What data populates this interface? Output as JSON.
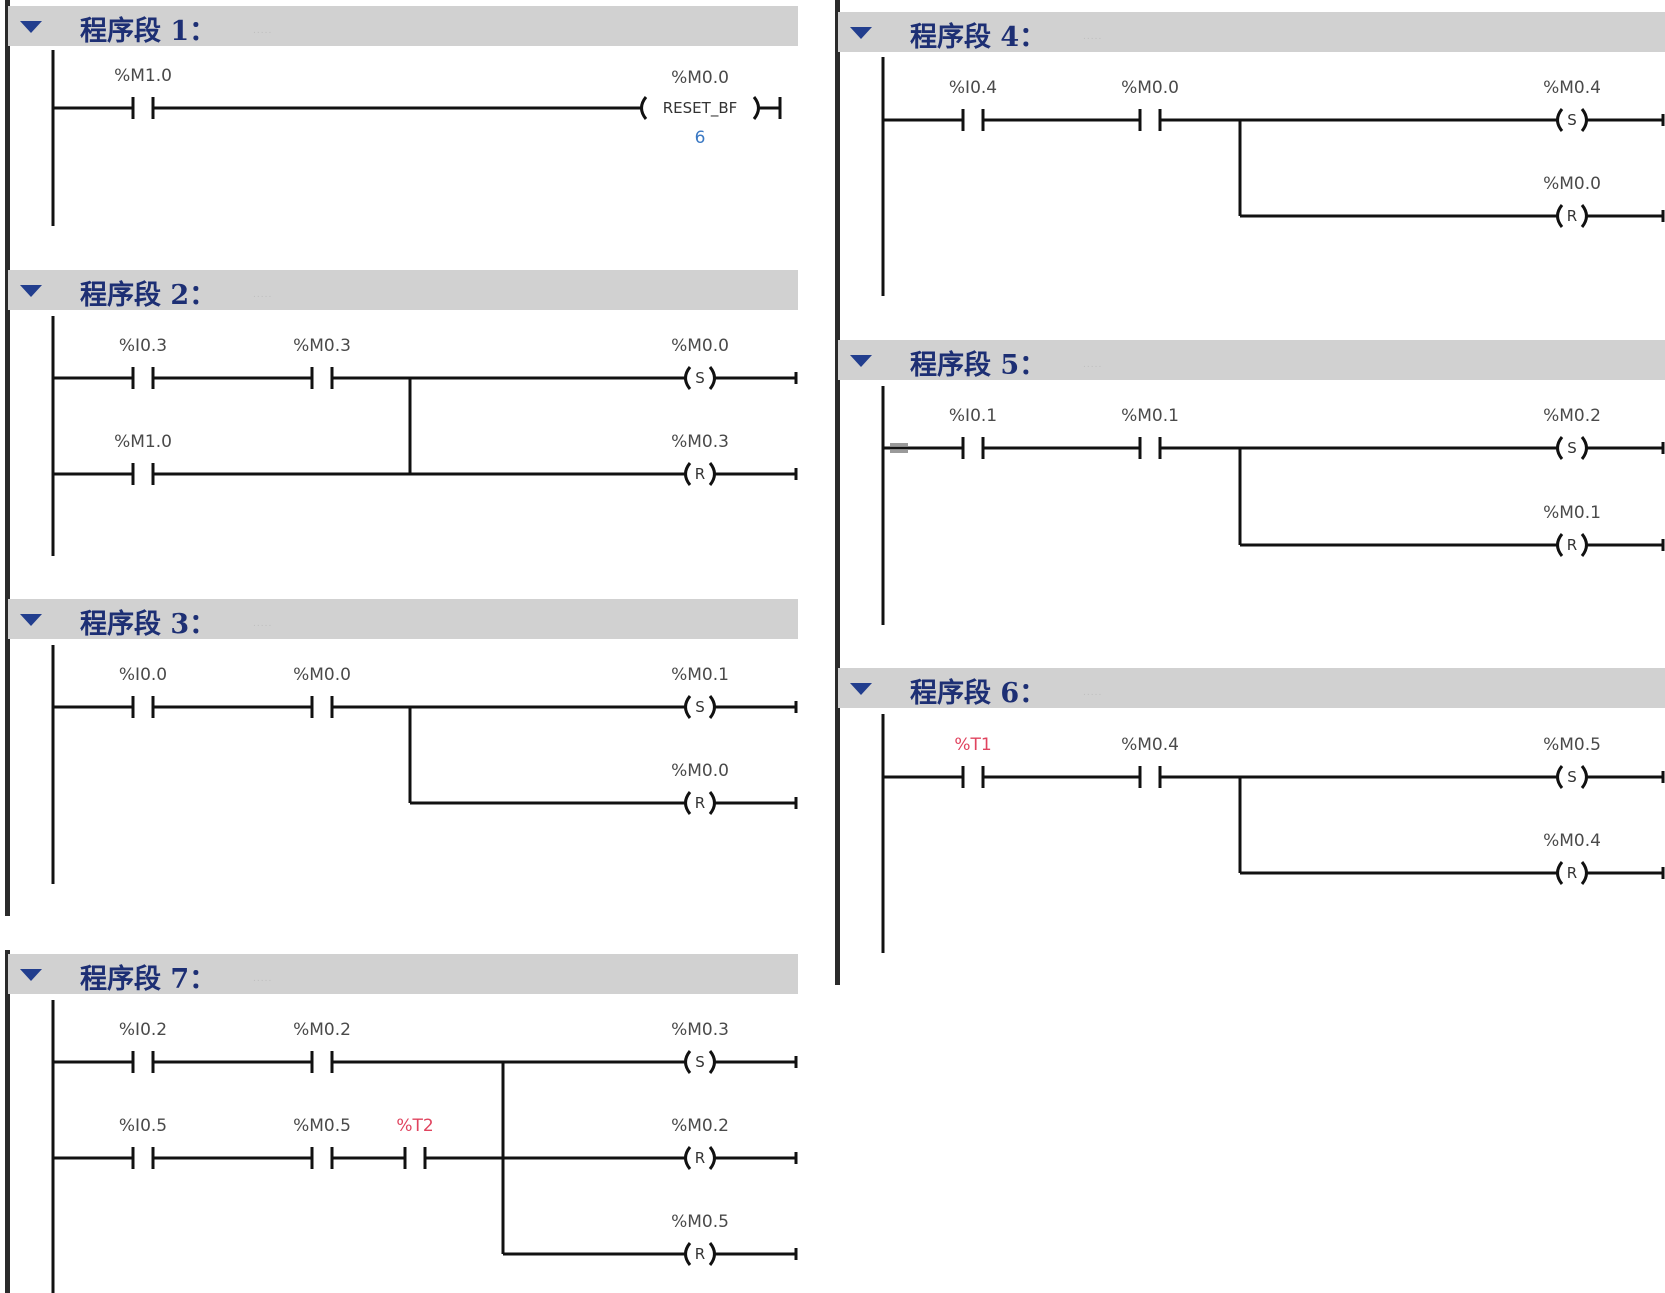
{
  "networks": [
    {
      "id": "n1",
      "title": "程序段 1：",
      "contacts": [
        {
          "label": "%M1.0",
          "row": 0,
          "timer": false
        }
      ],
      "coils": [
        {
          "label": "%M0.0",
          "type": "RESET_BF",
          "row": 0,
          "extra": "6"
        }
      ]
    },
    {
      "id": "n2",
      "title": "程序段 2：",
      "contacts": [
        {
          "label": "%I0.3",
          "row": 0,
          "timer": false
        },
        {
          "label": "%M0.3",
          "row": 0,
          "timer": false
        },
        {
          "label": "%M1.0",
          "row": 1,
          "timer": false
        }
      ],
      "coils": [
        {
          "label": "%M0.0",
          "type": "S",
          "row": 0
        },
        {
          "label": "%M0.3",
          "type": "R",
          "row": 1
        }
      ]
    },
    {
      "id": "n3",
      "title": "程序段 3：",
      "contacts": [
        {
          "label": "%I0.0",
          "row": 0,
          "timer": false
        },
        {
          "label": "%M0.0",
          "row": 0,
          "timer": false
        }
      ],
      "coils": [
        {
          "label": "%M0.1",
          "type": "S",
          "row": 0
        },
        {
          "label": "%M0.0",
          "type": "R",
          "row": 1
        }
      ]
    },
    {
      "id": "n7",
      "title": "程序段 7：",
      "contacts": [
        {
          "label": "%I0.2",
          "row": 0,
          "timer": false
        },
        {
          "label": "%M0.2",
          "row": 0,
          "timer": false
        },
        {
          "label": "%I0.5",
          "row": 1,
          "timer": false
        },
        {
          "label": "%M0.5",
          "row": 1,
          "timer": false
        },
        {
          "label": "%T2",
          "row": 1,
          "timer": true
        }
      ],
      "coils": [
        {
          "label": "%M0.3",
          "type": "S",
          "row": 0
        },
        {
          "label": "%M0.2",
          "type": "R",
          "row": 1
        },
        {
          "label": "%M0.5",
          "type": "R",
          "row": 2
        }
      ]
    },
    {
      "id": "n4",
      "title": "程序段 4：",
      "contacts": [
        {
          "label": "%I0.4",
          "row": 0,
          "timer": false
        },
        {
          "label": "%M0.0",
          "row": 0,
          "timer": false
        }
      ],
      "coils": [
        {
          "label": "%M0.4",
          "type": "S",
          "row": 0
        },
        {
          "label": "%M0.0",
          "type": "R",
          "row": 1
        }
      ]
    },
    {
      "id": "n5",
      "title": "程序段 5：",
      "contacts": [
        {
          "label": "%I0.1",
          "row": 0,
          "timer": false
        },
        {
          "label": "%M0.1",
          "row": 0,
          "timer": false
        }
      ],
      "coils": [
        {
          "label": "%M0.2",
          "type": "S",
          "row": 0
        },
        {
          "label": "%M0.1",
          "type": "R",
          "row": 1
        }
      ]
    },
    {
      "id": "n6",
      "title": "程序段 6：",
      "contacts": [
        {
          "label": "%T1",
          "row": 0,
          "timer": true
        },
        {
          "label": "%M0.4",
          "row": 0,
          "timer": false
        }
      ],
      "coils": [
        {
          "label": "%M0.5",
          "type": "S",
          "row": 0
        },
        {
          "label": "%M0.4",
          "type": "R",
          "row": 1
        }
      ]
    }
  ],
  "colors": {
    "header_bg": "#d1d1d1",
    "title": "#1d2f74",
    "wire": "#111111",
    "timer_label": "#e0445f",
    "extra_value": "#3a78c3"
  }
}
